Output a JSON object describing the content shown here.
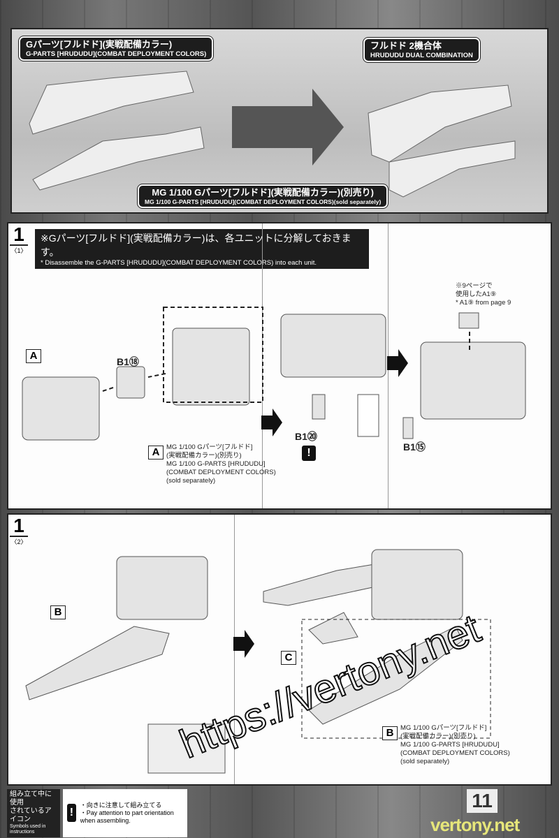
{
  "top": {
    "left_title_jp": "Gパーツ[フルドド](実戦配備カラー)",
    "left_title_en": "G-PARTS [HRUDUDU](COMBAT DEPLOYMENT COLORS)",
    "right_title_jp": "フルドド 2機合体",
    "right_title_en": "HRUDUDU DUAL COMBINATION",
    "bottom_jp": "MG 1/100 Gパーツ[フルドド](実戦配備カラー)(別売り)",
    "bottom_en": "MG 1/100 G-PARTS [HRUDUDU](COMBAT DEPLOYMENT COLORS)(sold separately)"
  },
  "step1": {
    "number": "1",
    "sub": "〈1〉",
    "instruction_jp": "※Gパーツ[フルドド](実戦配備カラー)は、各ユニットに分解しておきます。",
    "instruction_en": "* Disassemble the G-PARTS [HRUDUDU](COMBAT DEPLOYMENT COLORS) into each unit.",
    "label_a": "A",
    "part_b18": "B1⑱",
    "callout_label": "A",
    "callout_jp1": "MG 1/100 Gパーツ[フルドド]",
    "callout_jp2": "(実戦配備カラー)(別売り)",
    "callout_en1": "MG 1/100 G-PARTS [HRUDUDU]",
    "callout_en2": "(COMBAT DEPLOYMENT COLORS)",
    "callout_en3": "(sold separately)",
    "part_b20": "B1⑳",
    "attention": "!",
    "page9_jp1": "※9ページで",
    "page9_jp2": "使用したA1⑨",
    "page9_en": "* A1⑨ from page 9",
    "part_b15": "B1⑮"
  },
  "step2": {
    "number": "1",
    "sub": "〈2〉",
    "label_b": "B",
    "label_c": "C",
    "callout_label": "B",
    "callout_jp1": "MG 1/100 Gパーツ[フルドド]",
    "callout_jp2": "(実戦配備カラー)(別売り)",
    "callout_en1": "MG 1/100 G-PARTS [HRUDUDU]",
    "callout_en2": "(COMBAT DEPLOYMENT COLORS)",
    "callout_en3": "(sold separately)"
  },
  "footer": {
    "legend_jp1": "組み立て中に使用",
    "legend_jp2": "されているアイコン",
    "legend_en": "Symbols used in instructions",
    "icon": "!",
    "icon_jp": "・向きに注意して組み立てる",
    "icon_en": "・Pay attention to part orientation when assembling.",
    "page_number": "11"
  },
  "watermark": "https://vertony.net",
  "brand": "vertony.net"
}
